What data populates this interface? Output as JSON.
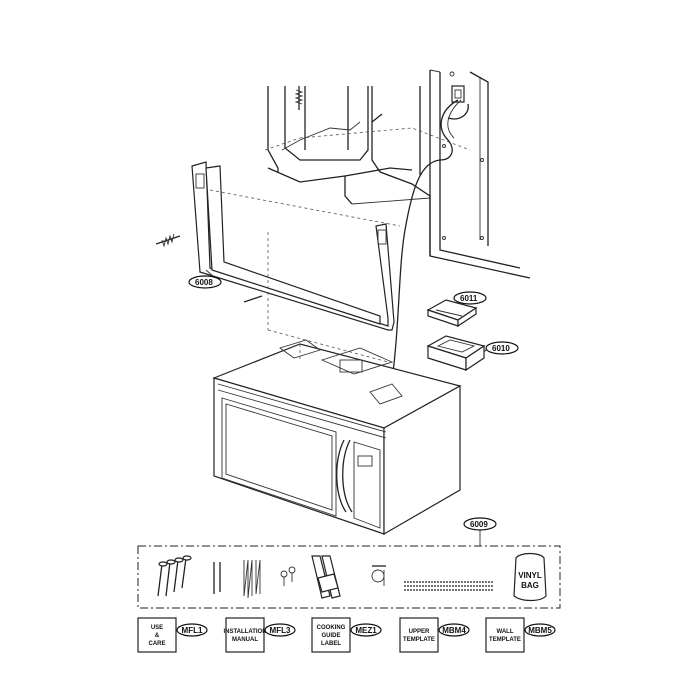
{
  "callouts": {
    "mounting_plate": "6008",
    "damper_top": "6011",
    "damper_bottom": "6010",
    "parts_kit": "6009"
  },
  "kit": {
    "bag_label_line1": "VINYL",
    "bag_label_line2": "BAG"
  },
  "documents": [
    {
      "lines": [
        "USE",
        "&",
        "CARE"
      ],
      "code": "MFL1"
    },
    {
      "lines": [
        "INSTALLATION",
        "MANUAL"
      ],
      "code": "MFL3"
    },
    {
      "lines": [
        "COOKING",
        "GUIDE",
        "LABEL"
      ],
      "code": "MEZ1"
    },
    {
      "lines": [
        "UPPER",
        "TEMPLATE"
      ],
      "code": "MBM4"
    },
    {
      "lines": [
        "WALL",
        "TEMPLATE"
      ],
      "code": "MBM5"
    }
  ]
}
